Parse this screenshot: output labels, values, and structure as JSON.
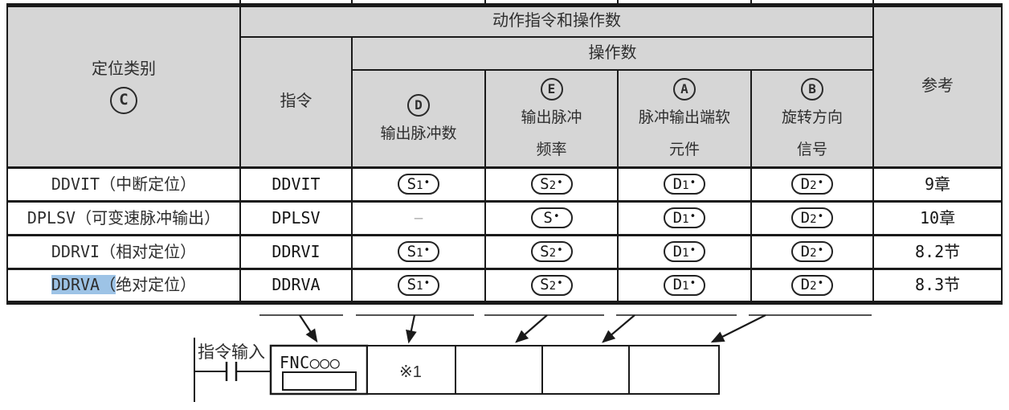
{
  "colors": {
    "header_bg": "#d6d6d6",
    "selection_highlight": "#9dc3e6",
    "line": "#1a1a1a"
  },
  "table": {
    "pill_dot": "•",
    "header": {
      "col_category": "定位类别",
      "col_category_mark": "C",
      "group_action": "动作指令和操作数",
      "col_instruction": "指令",
      "group_operands": "操作数",
      "operand_cols": [
        {
          "mark": "D",
          "line1": "输出脉冲数",
          "line2": ""
        },
        {
          "mark": "E",
          "line1": "输出脉冲",
          "line2": "频率"
        },
        {
          "mark": "A",
          "line1": "脉冲输出端软",
          "line2": "元件"
        },
        {
          "mark": "B",
          "line1": "旋转方向",
          "line2": "信号"
        }
      ],
      "col_reference": "参考"
    },
    "rows": [
      {
        "category_hl": "",
        "category_rest": "DDVIT（中断定位）",
        "instruction": "DDVIT",
        "operand_d": {
          "letter": "S",
          "index": "1"
        },
        "operand_e": {
          "letter": "S",
          "index": "2"
        },
        "operand_a": {
          "letter": "D",
          "index": "1"
        },
        "operand_b": {
          "letter": "D",
          "index": "2"
        },
        "reference": "9章"
      },
      {
        "category_hl": "",
        "category_rest": "DPLSV（可变速脉冲输出）",
        "instruction": "DPLSV",
        "operand_d": "–",
        "operand_e": {
          "letter": "S",
          "index": ""
        },
        "operand_a": {
          "letter": "D",
          "index": "1"
        },
        "operand_b": {
          "letter": "D",
          "index": "2"
        },
        "reference": "10章"
      },
      {
        "category_hl": "",
        "category_rest": "DDRVI（相对定位）",
        "instruction": "DDRVI",
        "operand_d": {
          "letter": "S",
          "index": "1"
        },
        "operand_e": {
          "letter": "S",
          "index": "2"
        },
        "operand_a": {
          "letter": "D",
          "index": "1"
        },
        "operand_b": {
          "letter": "D",
          "index": "2"
        },
        "reference": "8.2节"
      },
      {
        "category_hl": "DDRVA（",
        "category_rest": "绝对定位）",
        "instruction": "DDRVA",
        "operand_d": {
          "letter": "S",
          "index": "1"
        },
        "operand_e": {
          "letter": "S",
          "index": "2"
        },
        "operand_a": {
          "letter": "D",
          "index": "1"
        },
        "operand_b": {
          "letter": "D",
          "index": "2"
        },
        "reference": "8.3节"
      }
    ]
  },
  "diagram": {
    "input_label": "指令输入",
    "fnc_label": "FNC○○○",
    "note_label": "※1"
  }
}
